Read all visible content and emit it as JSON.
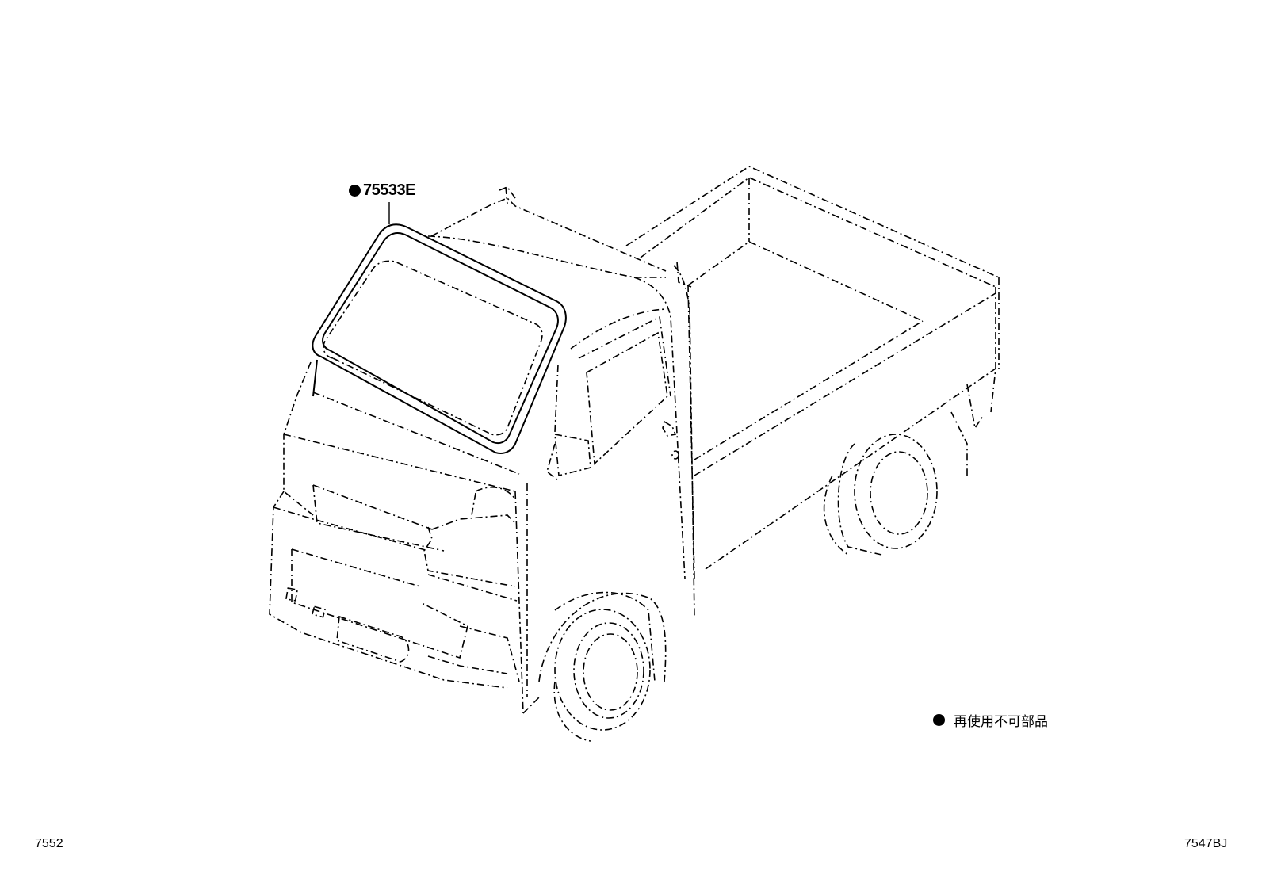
{
  "callout": {
    "part_number": "75533E",
    "marker": "filled-circle",
    "target": "windshield-moulding"
  },
  "legend": {
    "marker": "filled-circle",
    "text": "再使用不可部品"
  },
  "footer": {
    "left_code": "7552",
    "right_code": "7547BJ"
  }
}
